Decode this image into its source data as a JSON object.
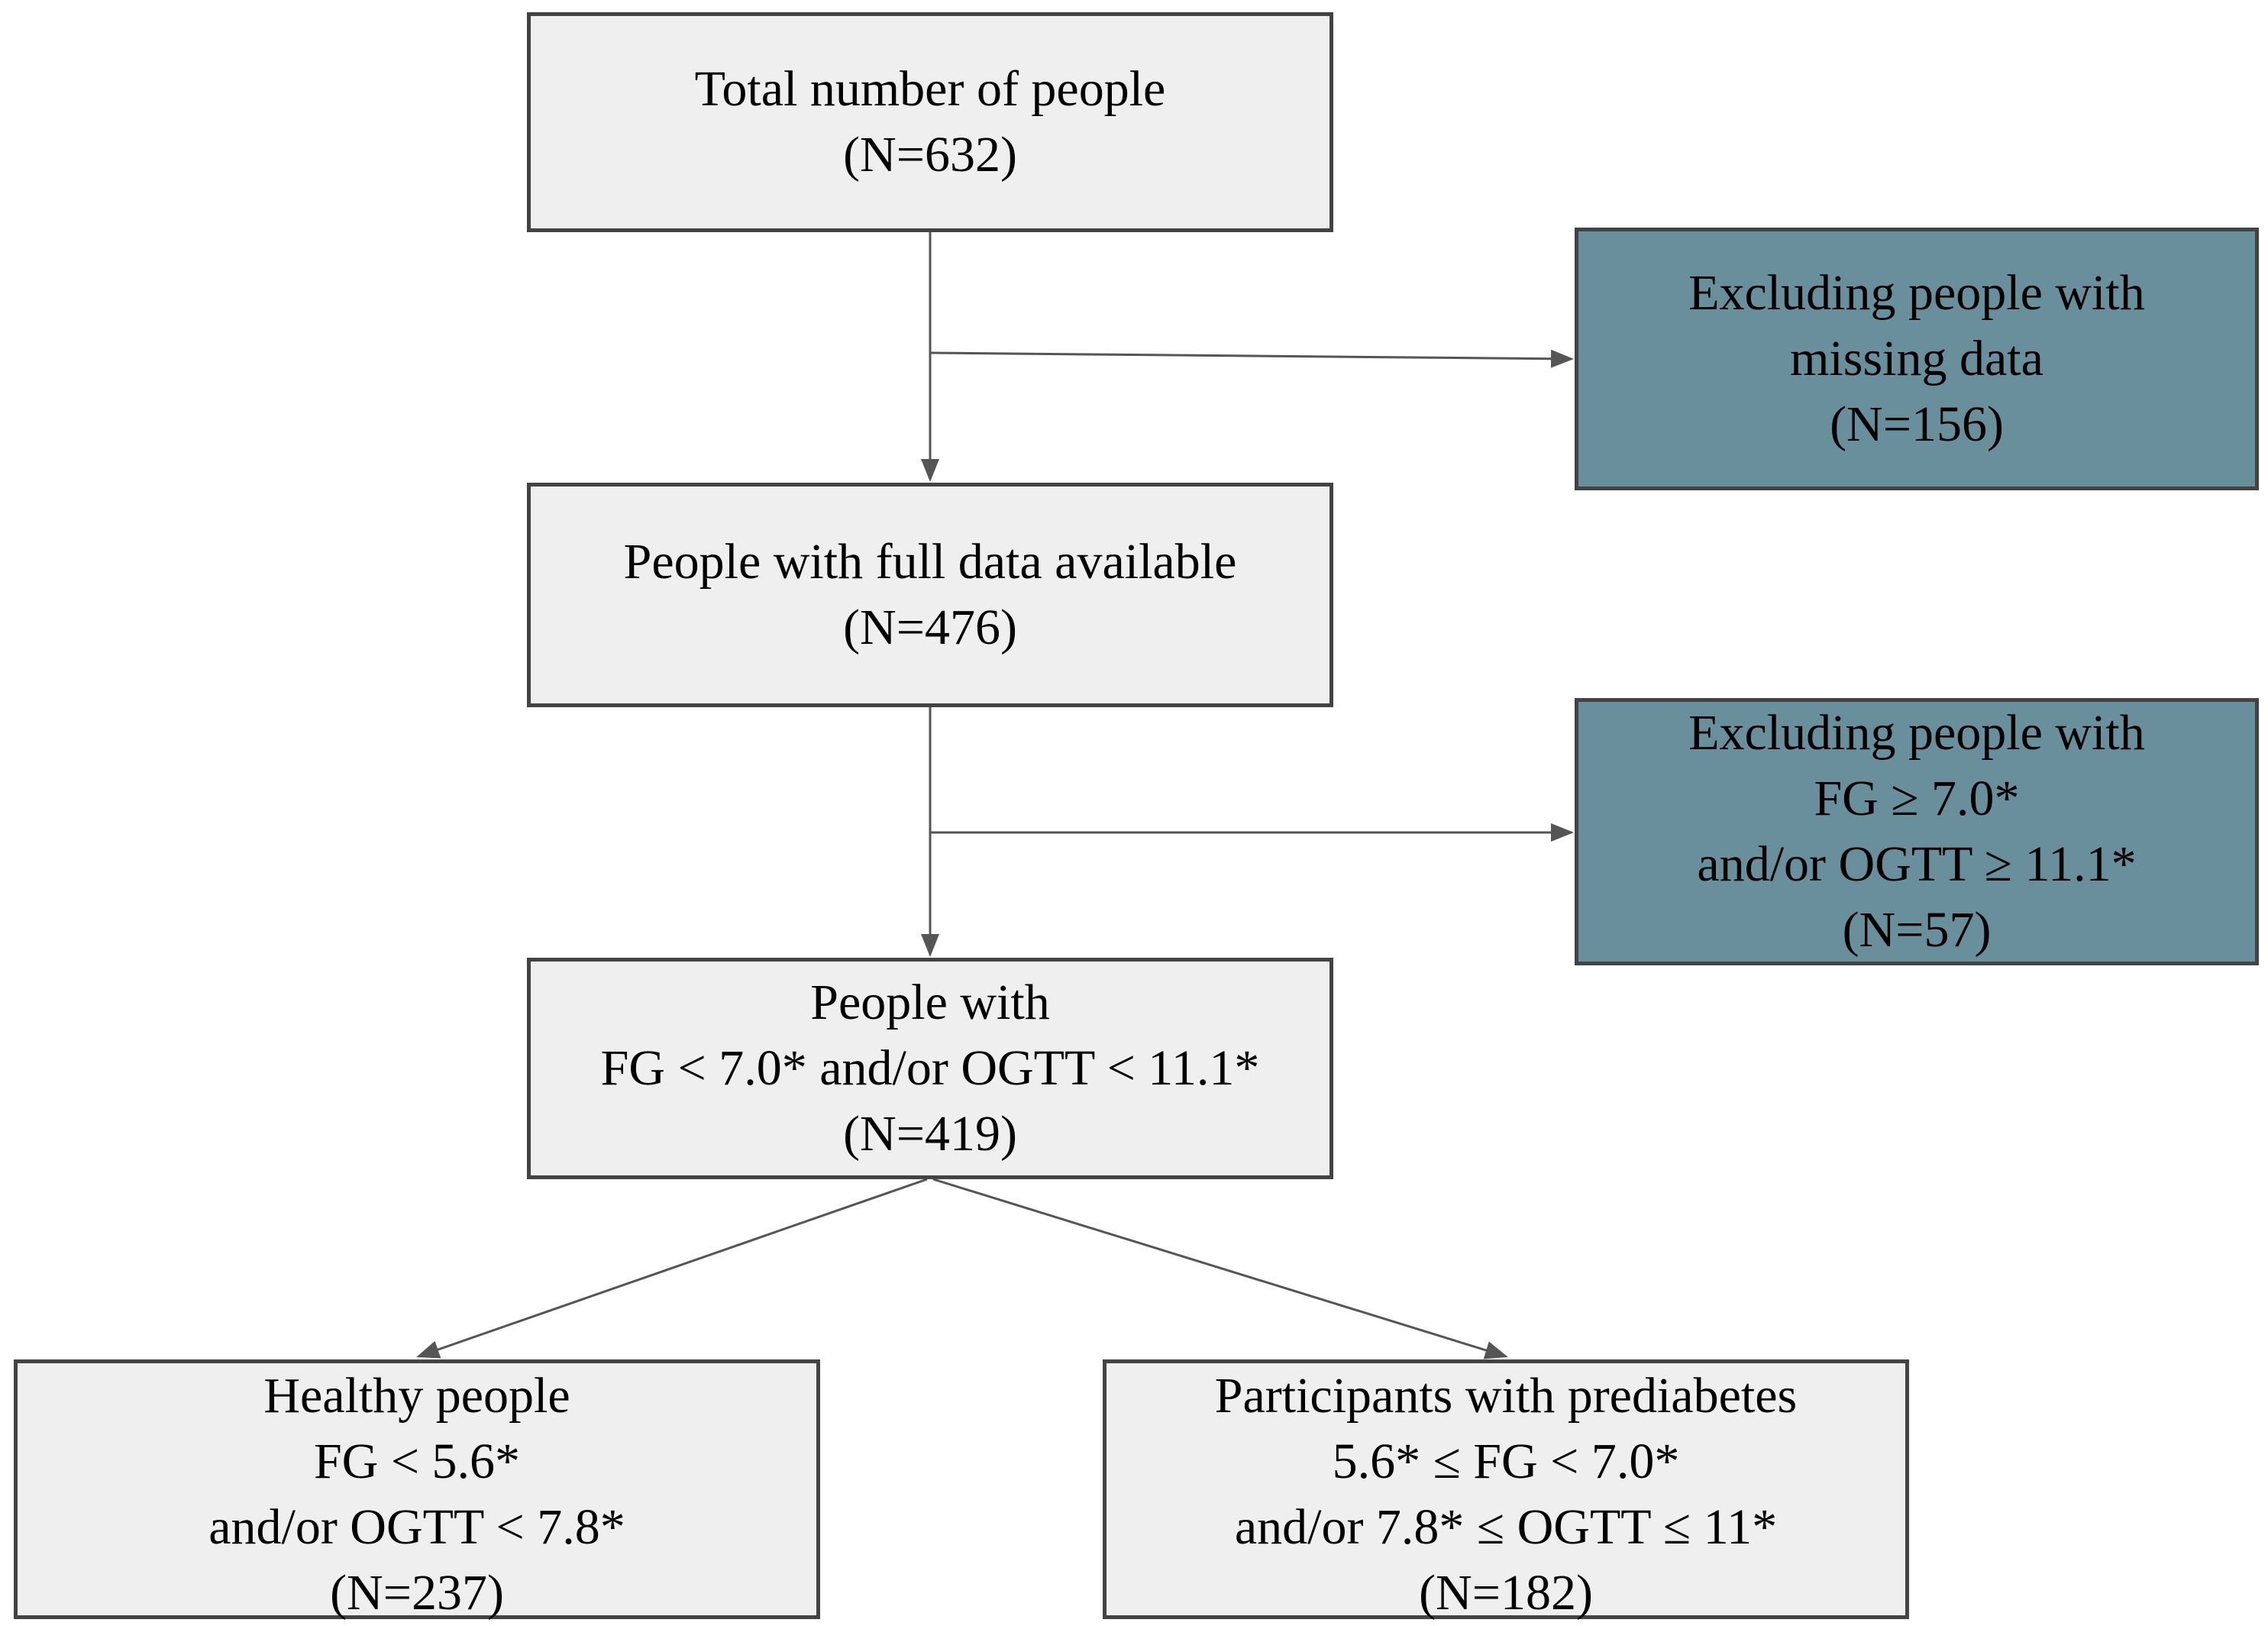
{
  "colors": {
    "main_box_fill": "#efefef",
    "exclusion_box_fill": "#6a8f9c",
    "border": "#434343",
    "arrow": "#555555"
  },
  "boxes": {
    "total": {
      "line1": "Total number of people",
      "line2": "(N=632)"
    },
    "missing": {
      "line1": "Excluding people with",
      "line2": "missing data",
      "line3": "(N=156)"
    },
    "full": {
      "line1": "People  with full data available",
      "line2": "(N=476)"
    },
    "excluded_fg": {
      "line1": "Excluding people with",
      "line2": "FG ≥ 7.0*",
      "line3": "and/or OGTT ≥ 11.1*",
      "line4": "(N=57)"
    },
    "below_threshold": {
      "line1": "People with",
      "line2": "FG < 7.0* and/or OGTT < 11.1*",
      "line3": "(N=419)"
    },
    "healthy": {
      "line1": "Healthy people",
      "line2": "FG < 5.6*",
      "line3": "and/or OGTT < 7.8*",
      "line4": "(N=237)"
    },
    "prediabetes": {
      "line1": "Participants with prediabetes",
      "line2": "5.6* ≤ FG < 7.0*",
      "line3": "and/or 7.8* ≤ OGTT ≤ 11*",
      "line4": "(N=182)"
    }
  }
}
